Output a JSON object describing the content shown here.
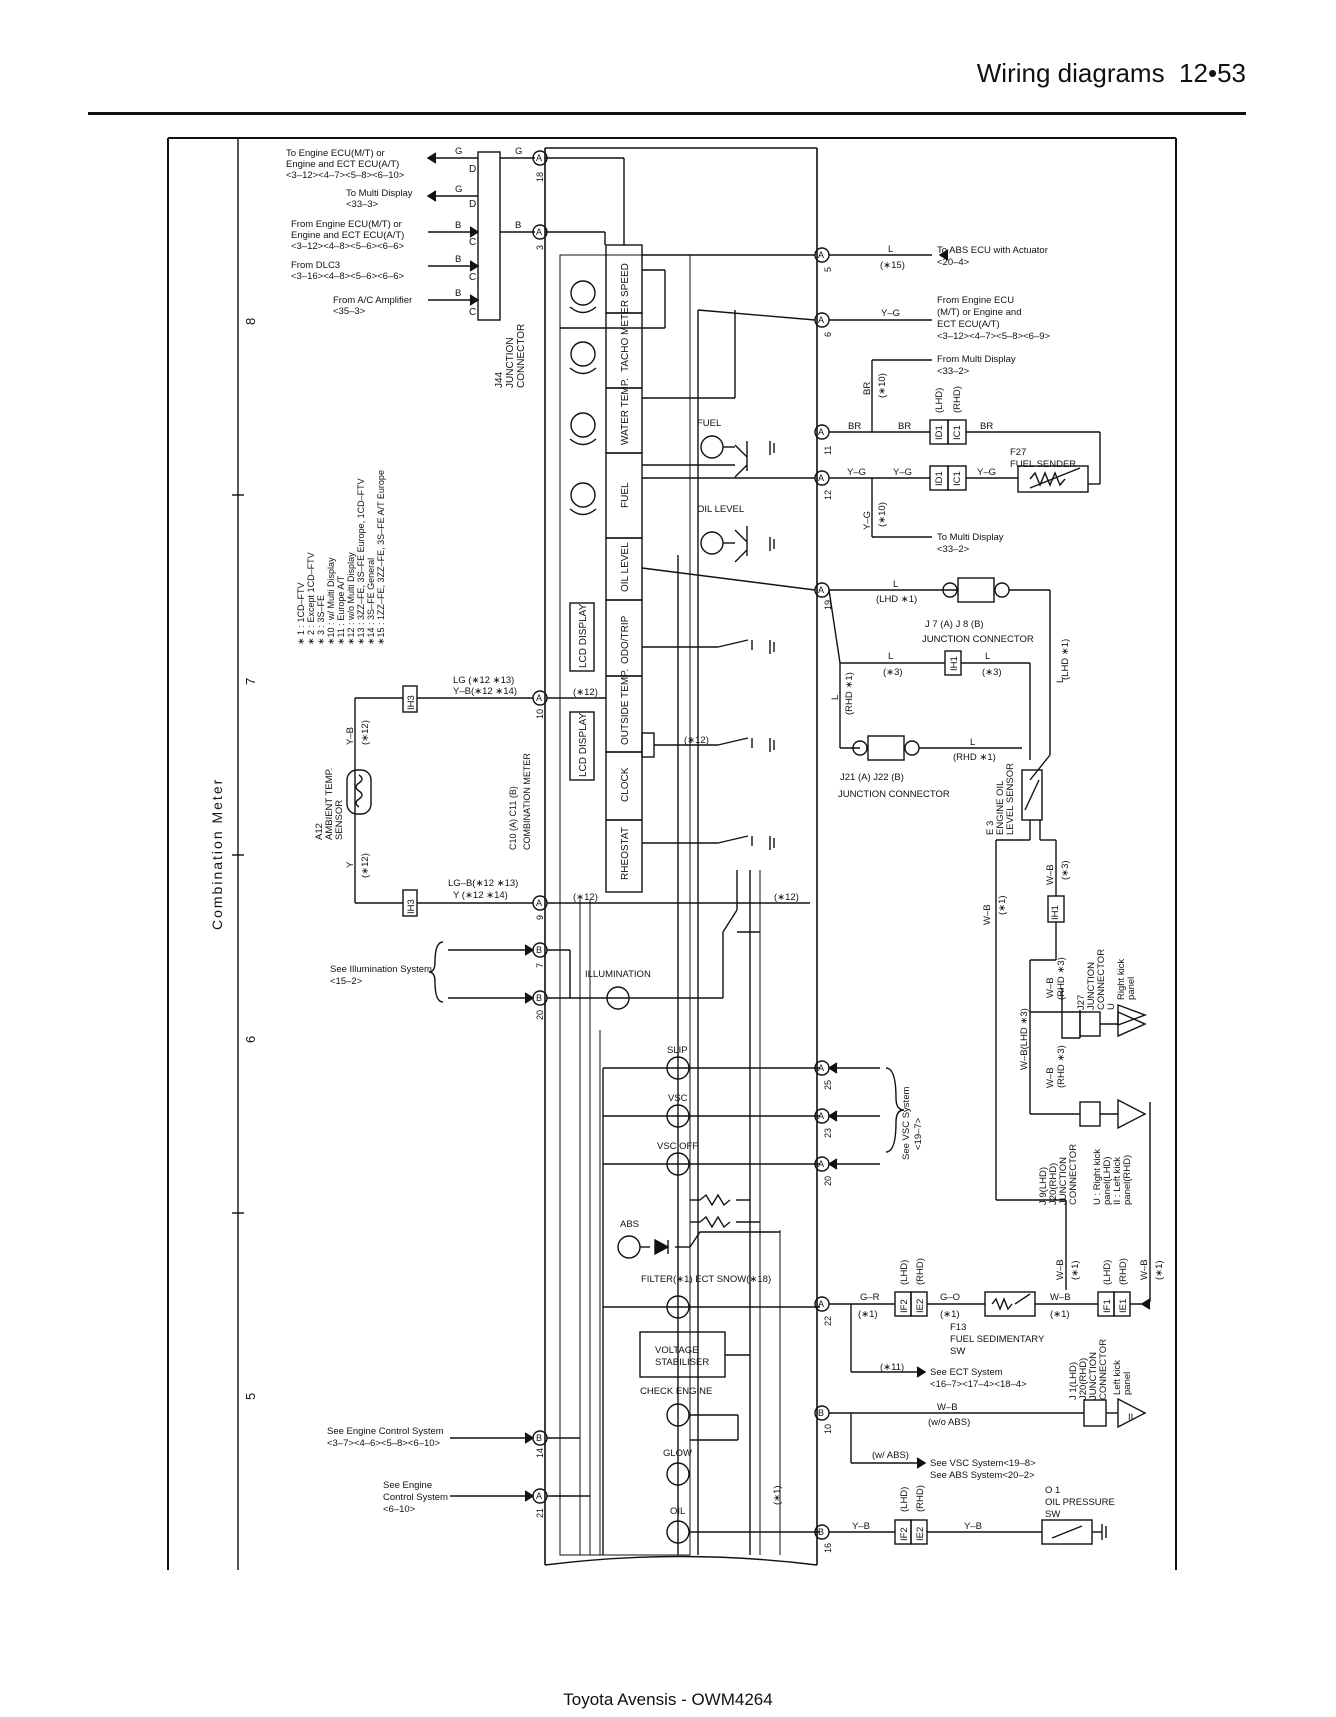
{
  "header": {
    "title": "Wiring diagrams",
    "page": "12•53"
  },
  "footer": {
    "text": "Toyota Avensis - OWM4264"
  },
  "side_label": "Combination Meter",
  "grid_numbers": [
    "8",
    "7",
    "6",
    "5"
  ],
  "notes": [
    "∗ 1 : 1CD–FTV",
    "∗ 2 : Except 1CD–FTV",
    "∗ 3 : 3S–FE",
    "∗10 : w/ Multi Display",
    "∗11 : Europe A/T",
    "∗12 : w/o Multi Display",
    "∗13 : 3ZZ–FE, 3S–FE Europe, 1CD–FTV",
    "∗14 : 3S–FE General",
    "∗15 : 1ZZ–FE, 3ZZ–FE, 3S–FE A/T Europe"
  ],
  "left_refs": [
    {
      "lines": [
        "To Engine ECU(M/T) or",
        "Engine and ECT ECU(A/T)",
        "<3–12><4–7><5–8><6–10>"
      ],
      "wire": "G"
    },
    {
      "lines": [
        "To Multi Display",
        "<33–3>"
      ],
      "wire": "G"
    },
    {
      "lines": [
        "From Engine ECU(M/T) or",
        "Engine and ECT ECU(A/T)",
        "<3–12><4–8><5–6><6–6>"
      ],
      "wire": "B"
    },
    {
      "lines": [
        "From DLC3",
        "<3–16><4–8><5–6><6–6>"
      ],
      "wire": "B"
    },
    {
      "lines": [
        "From A/C Amplifier",
        "<35–3>"
      ],
      "wire": "B"
    }
  ],
  "j44_label": [
    "J44",
    "JUNCTION",
    "CONNECTOR"
  ],
  "j44_pins": [
    "D",
    "D",
    "C",
    "C",
    "C"
  ],
  "meter_blocks": [
    "SPEED",
    "TACHO METER",
    "WATER TEMP.",
    "FUEL",
    "OIL LEVEL",
    "ODO/TRIP",
    "OUTSIDE TEMP.",
    "CLOCK",
    "RHEOSTAT"
  ],
  "lcd_label": "LCD DISPLAY",
  "meter_label": [
    "C10 (A) C11 (B)",
    "COMBINATION METER"
  ],
  "pins": {
    "p18": "18",
    "pA": "A",
    "pB": "B",
    "p3": "3",
    "p5": "5",
    "p6": "6",
    "p11": "11",
    "p12": "12",
    "p19": "19",
    "p10": "10",
    "p9": "9",
    "p7": "7",
    "p20": "20",
    "p25": "25",
    "p23": "23",
    "p20b": "20",
    "p22": "22",
    "p10b": "10",
    "p14": "14",
    "p21": "21",
    "p16": "16"
  },
  "wires": {
    "G": "G",
    "B": "B",
    "L": "L",
    "BR": "BR",
    "YG": "Y–G",
    "LG": "LG (∗12 ∗13)",
    "YB14": "Y–B(∗12 ∗14)",
    "YB": "Y–B",
    "Y": "Y",
    "LGB": "LG–B(∗12 ∗13)",
    "Y14": "Y  (∗12 ∗14)",
    "WB": "W–B",
    "GR": "G–R",
    "GO": "G–O",
    "WBLHD": "W–B(LHD ∗3)"
  },
  "tags": {
    "t15": "(∗15)",
    "t10": "(∗10)",
    "t12": "(∗12)",
    "t3": "(∗3)",
    "t1": "(∗1)",
    "t11": "(∗11)",
    "LHD1": "(LHD ∗1)",
    "RHD1": "(RHD ∗1)",
    "LHDp": "(LHD)",
    "RHDp": "(RHD)",
    "RHD3": "(RHD ∗3)",
    "woABS": "(w/o ABS)",
    "wABS": "(w/ ABS)"
  },
  "right_refs": {
    "abs": [
      "To ABS ECU with Actuator",
      "<20–4>"
    ],
    "ecu": [
      "From Engine ECU",
      "(M/T) or Engine and",
      "ECT ECU(A/T)",
      "<3–12><4–7><5–8><6–9>"
    ],
    "multi1": [
      "From Multi Display",
      "<33–2>"
    ],
    "multi2": [
      "To Multi Display",
      "<33–2>"
    ],
    "vsc": [
      "See VSC System",
      "<19–7>"
    ],
    "ect": [
      "See ECT System",
      "<16–7><17–4><18–4>"
    ],
    "vscabs": [
      "See VSC System<19–8>",
      "See ABS System<20–2>"
    ]
  },
  "components": {
    "fuel_sender": [
      "F27",
      "FUEL SENDER"
    ],
    "jc1": [
      "J 7 (A)  J 8 (B)",
      "JUNCTION CONNECTOR"
    ],
    "jc2": [
      "J21 (A)  J22 (B)",
      "JUNCTION CONNECTOR"
    ],
    "oil_sensor": [
      "E 3",
      "ENGINE OIL",
      "LEVEL SENSOR"
    ],
    "ambient": [
      "A12",
      "AMBIENT TEMP.",
      "SENSOR"
    ],
    "filter_sw": [
      "F13",
      "FUEL SEDIMENTARY",
      "SW"
    ],
    "oil_press": [
      "O 1",
      "OIL PRESSURE",
      "SW"
    ],
    "j27": [
      "J27",
      "JUNCTION",
      "CONNECTOR"
    ],
    "j9": [
      "J 9(LHD)",
      "J20(RHD)",
      "JUNCTION",
      "CONNECTOR"
    ],
    "j1": [
      "J 1(LHD)",
      "J20(RHD)",
      "JUNCTION",
      "CONNECTOR"
    ],
    "kick1": [
      "U",
      "Right kick",
      "panel"
    ],
    "kick2": [
      "U : Right kick",
      "panel(LHD)",
      "II : Left kick",
      "panel(RHD)"
    ],
    "kick3": [
      "II",
      "Left kick",
      "panel"
    ],
    "voltage": [
      "VOLTAGE",
      "STABILISER"
    ]
  },
  "lamps": [
    "FUEL",
    "OIL LEVEL",
    "ILLUMINATION",
    "SLIP",
    "VSC",
    "VSC OFF",
    "ABS",
    "FILTER(∗1) ECT SNOW(∗18)",
    "CHECK ENGINE",
    "GLOW",
    "OIL"
  ],
  "illumination_ref": [
    "See Illumination System",
    "<15–2>"
  ],
  "engine_ref1": [
    "See Engine Control System",
    "<3–7><4–6><5–8><6–10>"
  ],
  "engine_ref2": [
    "See Engine",
    "Control System",
    "<6–10>"
  ],
  "conn_codes": {
    "ID1": "ID1",
    "IC1": "IC1",
    "IH1": "IH1",
    "IH3": "IH3",
    "IF2": "IF2",
    "IE2": "IE2",
    "IF1": "IF1",
    "IE1": "IE1"
  }
}
